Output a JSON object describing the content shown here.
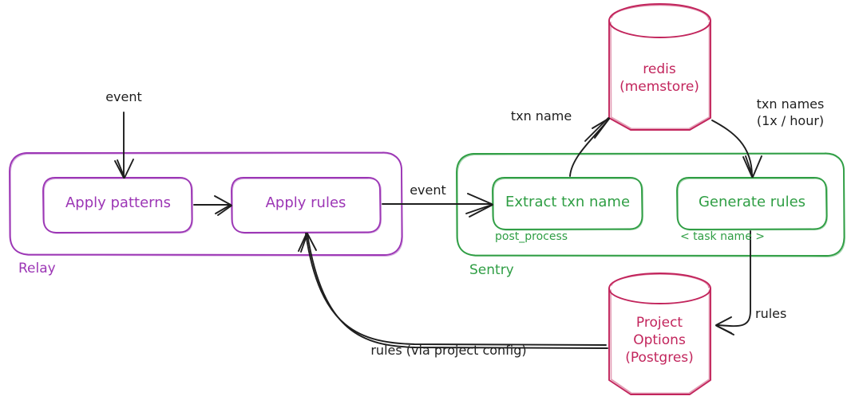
{
  "diagram": {
    "type": "flow-diagram",
    "style": "hand-drawn",
    "title": "Relay / Sentry transaction rule generation flow",
    "colors": {
      "relay_purple": "#9c36b5",
      "sentry_green": "#2f9e44",
      "datastore_crimson": "#c2255c",
      "edge_black": "#1e1e1e",
      "background": "#ffffff"
    }
  },
  "groups": [
    {
      "id": "relay",
      "label": "Relay",
      "color": "#9c36b5",
      "nodes": [
        {
          "id": "apply-patterns",
          "label": "Apply patterns"
        },
        {
          "id": "apply-rules",
          "label": "Apply rules"
        }
      ]
    },
    {
      "id": "sentry",
      "label": "Sentry",
      "color": "#2f9e44",
      "nodes": [
        {
          "id": "extract-txn-name",
          "label": "Extract txn name",
          "sublabel": "post_process"
        },
        {
          "id": "generate-rules",
          "label": "Generate rules",
          "sublabel": "< task name >"
        }
      ]
    }
  ],
  "datastores": [
    {
      "id": "redis",
      "label_line1": "redis",
      "label_line2": "(memstore)",
      "color": "#c2255c",
      "shape": "cylinder"
    },
    {
      "id": "project-options",
      "label_line1": "Project",
      "label_line2": "Options",
      "label_line3": "(Postgres)",
      "color": "#c2255c",
      "shape": "cylinder"
    }
  ],
  "edges": [
    {
      "id": "event-in",
      "label": "event",
      "from": "external",
      "to": "apply-patterns"
    },
    {
      "id": "patterns-to-rules",
      "label": "",
      "from": "apply-patterns",
      "to": "apply-rules"
    },
    {
      "id": "event-to-sentry",
      "label": "event",
      "from": "apply-rules",
      "to": "extract-txn-name"
    },
    {
      "id": "txn-name-to-redis",
      "label": "txn name",
      "from": "extract-txn-name",
      "to": "redis"
    },
    {
      "id": "redis-to-generate",
      "label_line1": "txn names",
      "label_line2": "(1x / hour)",
      "from": "redis",
      "to": "generate-rules"
    },
    {
      "id": "rules-to-postgres",
      "label": "rules",
      "from": "generate-rules",
      "to": "project-options"
    },
    {
      "id": "rules-to-apply",
      "label": "rules (via project config)",
      "from": "project-options",
      "to": "apply-rules"
    }
  ],
  "labels": {
    "relay_group": "Relay",
    "sentry_group": "Sentry",
    "apply_patterns": "Apply patterns",
    "apply_rules": "Apply rules",
    "extract_txn_name": "Extract txn name",
    "extract_txn_name_sub": "post_process",
    "generate_rules": "Generate rules",
    "generate_rules_sub": "< task name >",
    "redis_l1": "redis",
    "redis_l2": "(memstore)",
    "pg_l1": "Project",
    "pg_l2": "Options",
    "pg_l3": "(Postgres)",
    "event_in": "event",
    "event_mid": "event",
    "txn_name": "txn name",
    "txn_names_l1": "txn names",
    "txn_names_l2": "(1x / hour)",
    "rules": "rules",
    "rules_via_config": "rules (via project config)"
  }
}
